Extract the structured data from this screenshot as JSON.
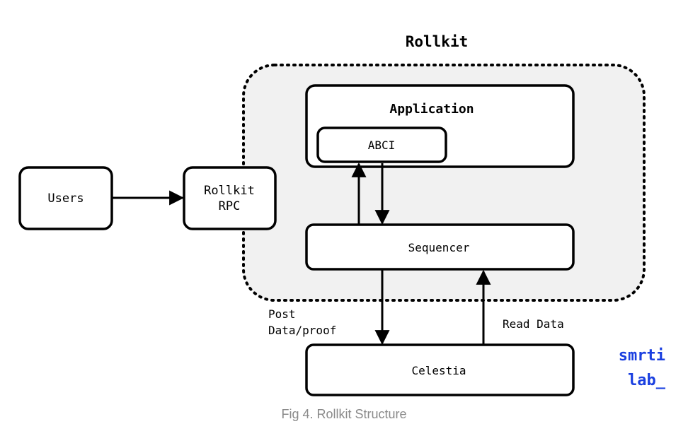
{
  "title": "Rollkit",
  "nodes": {
    "users": "Users",
    "rollkit_rpc_line1": "Rollkit",
    "rollkit_rpc_line2": "RPC",
    "application": "Application",
    "abci": "ABCI",
    "sequencer": "Sequencer",
    "celestia": "Celestia"
  },
  "edge_labels": {
    "post_line1": "Post",
    "post_line2": "Data/proof",
    "read_data": "Read Data"
  },
  "logo": {
    "line1": "smrti",
    "line2": "lab_",
    "color": "#1a3fe0"
  },
  "caption": "Fig 4. Rollkit Structure",
  "colors": {
    "stroke": "#000000",
    "rollkit_region_fill": "#f1f1f1",
    "caption": "#8a8a8a"
  }
}
